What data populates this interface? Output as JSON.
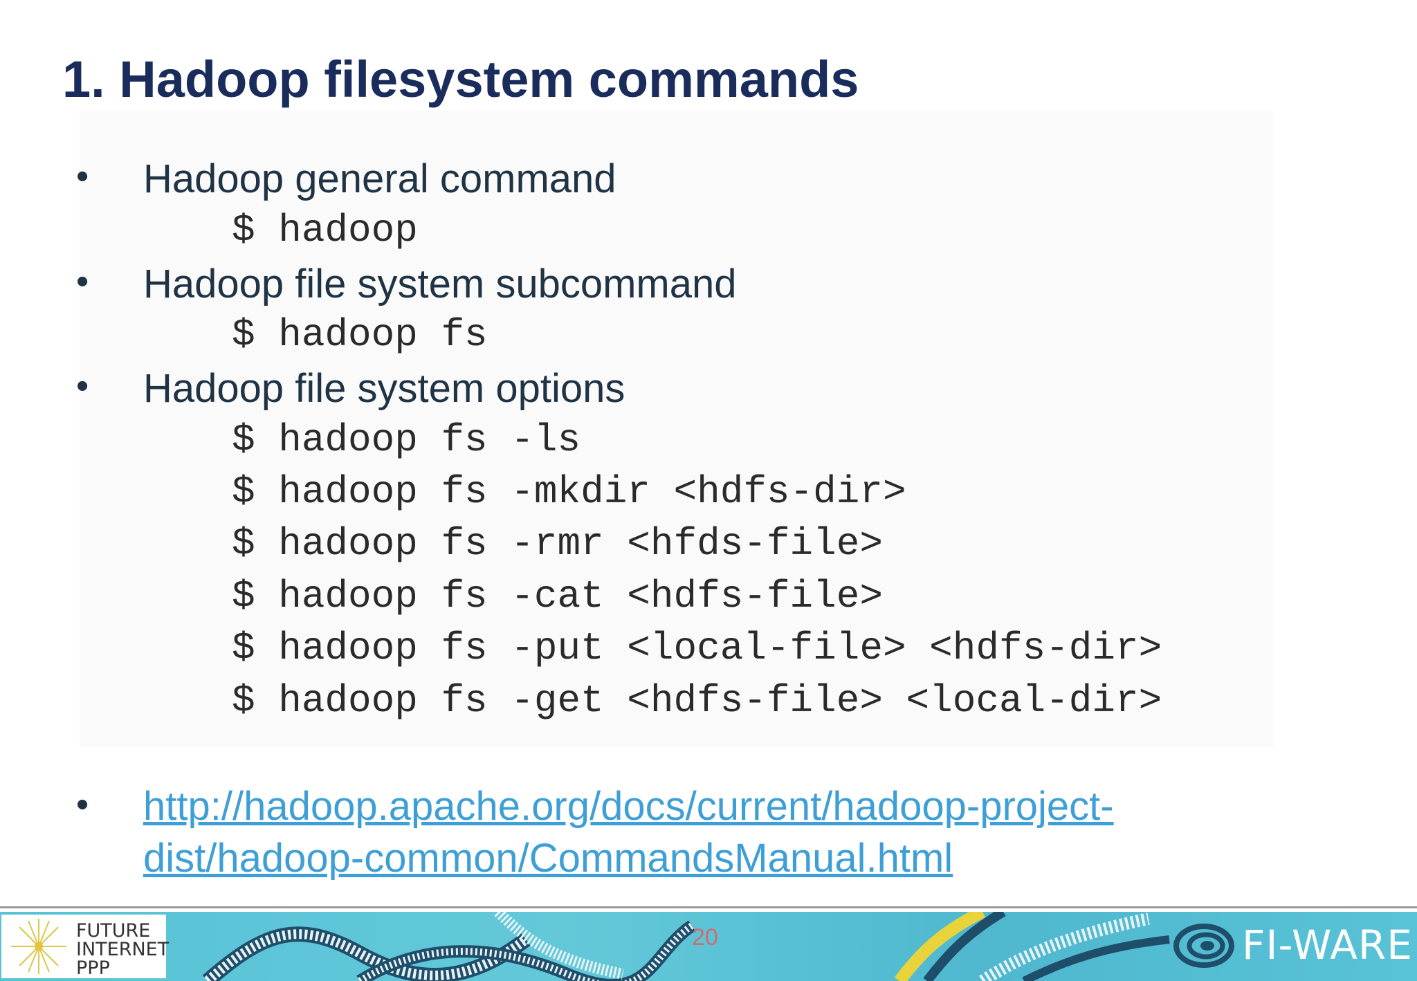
{
  "slide": {
    "title": "1. Hadoop filesystem commands",
    "bullets": [
      {
        "label": "Hadoop general command",
        "commands": [
          "$ hadoop"
        ]
      },
      {
        "label": "Hadoop file system subcommand",
        "commands": [
          "$ hadoop fs"
        ]
      },
      {
        "label": "Hadoop file system options",
        "commands": [
          "$ hadoop fs -ls",
          "$ hadoop fs -mkdir <hdfs-dir>",
          "$ hadoop fs -rmr <hfds-file>",
          "$ hadoop fs -cat <hdfs-file>",
          "$ hadoop fs -put <local-file> <hdfs-dir>",
          "$ hadoop fs -get <hdfs-file> <local-dir>"
        ]
      }
    ],
    "link": {
      "line1": "http://hadoop.apache.org/docs/current/hadoop-project-",
      "line2": "dist/hadoop-common/CommandsManual.html"
    },
    "bullet_glyph": "•"
  },
  "footer": {
    "page_number": "20",
    "left_logo": {
      "text": "FUTURE\nINTERNET\nPPP",
      "icon": "sunburst-icon"
    },
    "right_logo": {
      "text": "FI-WARE",
      "icon": "fiware-swirl-icon"
    },
    "colors": {
      "band": "#58c2d6",
      "ribbon_dark": "#1f4e6b",
      "ribbon_light": "#e7f2f4",
      "ribbon_yellow": "#e8d43a"
    }
  }
}
